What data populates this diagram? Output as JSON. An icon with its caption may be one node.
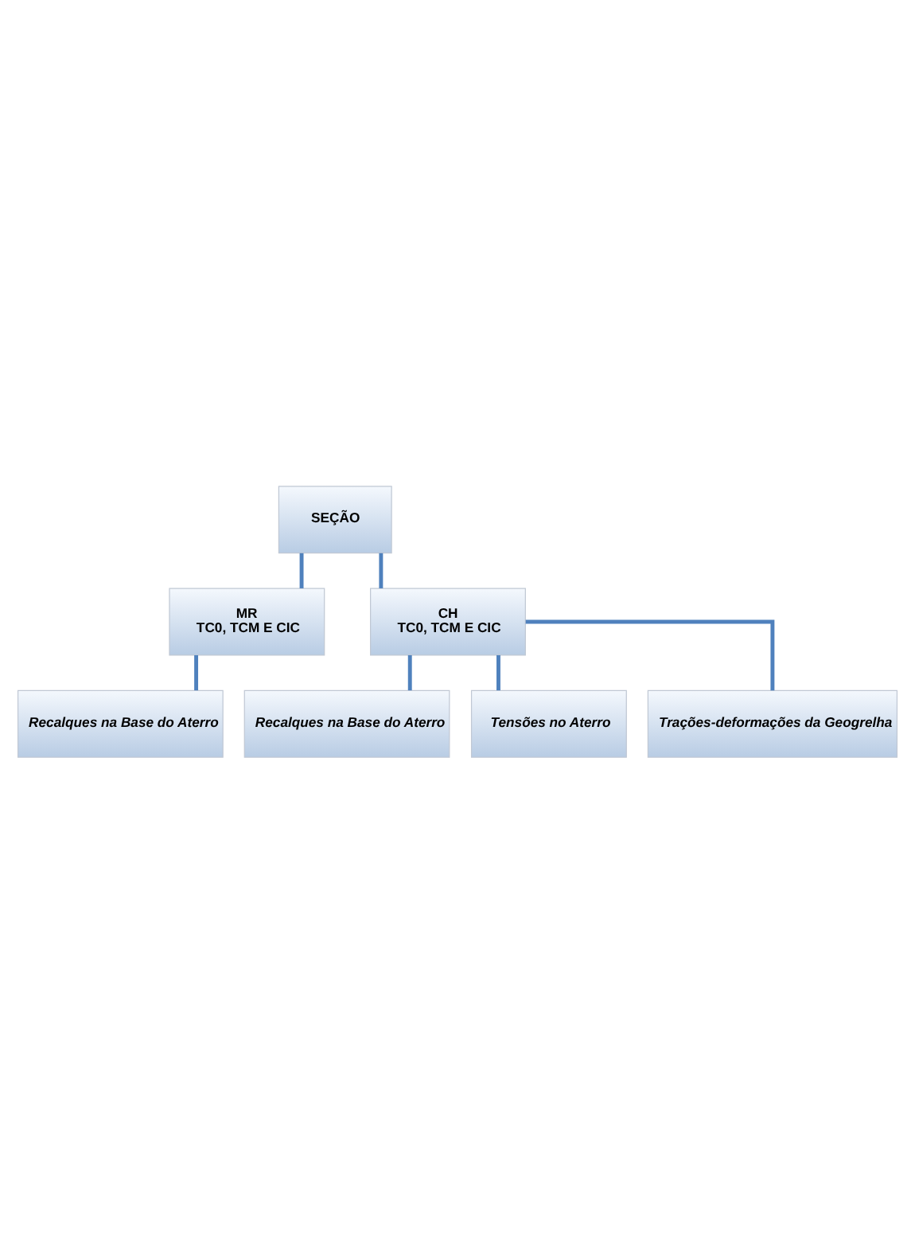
{
  "diagram": {
    "nodes": [
      {
        "text": [
          "SEÇÃO"
        ]
      },
      {
        "text": [
          "MR",
          "TC0, TCM E CIC"
        ]
      },
      {
        "text": [
          "CH",
          "TC0, TCM E CIC"
        ]
      },
      {
        "text": [
          "Recalques na Base do Aterro"
        ]
      },
      {
        "text": [
          "Recalques na Base do Aterro"
        ]
      },
      {
        "text": [
          "Tensões no Aterro"
        ]
      },
      {
        "text": [
          "Trações-deformações da Geogrelha"
        ]
      }
    ],
    "edges": [
      {
        "from": 0,
        "to": 1,
        "arrow": "none"
      },
      {
        "from": 0,
        "to": 2,
        "arrow": "none"
      },
      {
        "from": 1,
        "to": 3,
        "arrow": "none"
      },
      {
        "from": 2,
        "to": 4,
        "arrow": "none"
      },
      {
        "from": 2,
        "to": 5,
        "arrow": "none"
      },
      {
        "from": 2,
        "to": 6,
        "arrow": "none"
      }
    ]
  }
}
